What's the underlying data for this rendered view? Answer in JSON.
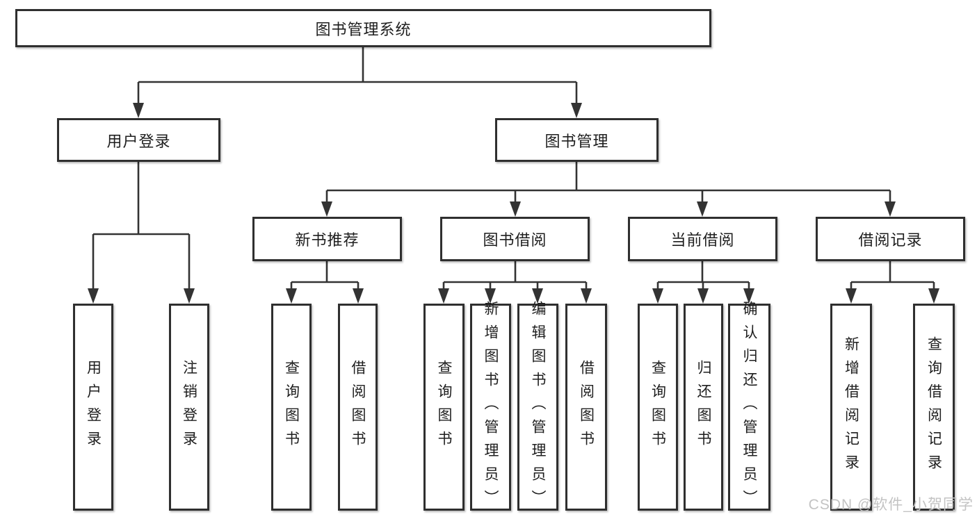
{
  "diagram": {
    "root": {
      "label": "图书管理系统"
    },
    "level2": [
      {
        "label": "用户登录",
        "parent": "图书管理系统"
      },
      {
        "label": "图书管理",
        "parent": "图书管理系统"
      }
    ],
    "level3": [
      {
        "label": "新书推荐",
        "parent": "图书管理"
      },
      {
        "label": "图书借阅",
        "parent": "图书管理"
      },
      {
        "label": "当前借阅",
        "parent": "图书管理"
      },
      {
        "label": "借阅记录",
        "parent": "图书管理"
      }
    ],
    "leaves": [
      {
        "label": "用户登录",
        "parent": "用户登录"
      },
      {
        "label": "注销登录",
        "parent": "用户登录"
      },
      {
        "label": "查询图书",
        "parent": "新书推荐"
      },
      {
        "label": "借阅图书",
        "parent": "新书推荐"
      },
      {
        "label": "查询图书",
        "parent": "图书借阅"
      },
      {
        "label": "新增图书（管理员）",
        "parent": "图书借阅"
      },
      {
        "label": "编辑图书（管理员）",
        "parent": "图书借阅"
      },
      {
        "label": "借阅图书",
        "parent": "图书借阅"
      },
      {
        "label": "查询图书",
        "parent": "当前借阅"
      },
      {
        "label": "归还图书",
        "parent": "当前借阅"
      },
      {
        "label": "确认归还（管理员）",
        "parent": "当前借阅"
      },
      {
        "label": "新增借阅记录",
        "parent": "借阅记录"
      },
      {
        "label": "查询借阅记录",
        "parent": "借阅记录"
      }
    ]
  },
  "watermark": "CSDN @软件_小贺同学",
  "colors": {
    "line": "#333333",
    "box_border": "#2f2f2f",
    "box_fill": "#ffffff",
    "text": "#1e1e1e",
    "watermark": "#c3c3c3"
  }
}
